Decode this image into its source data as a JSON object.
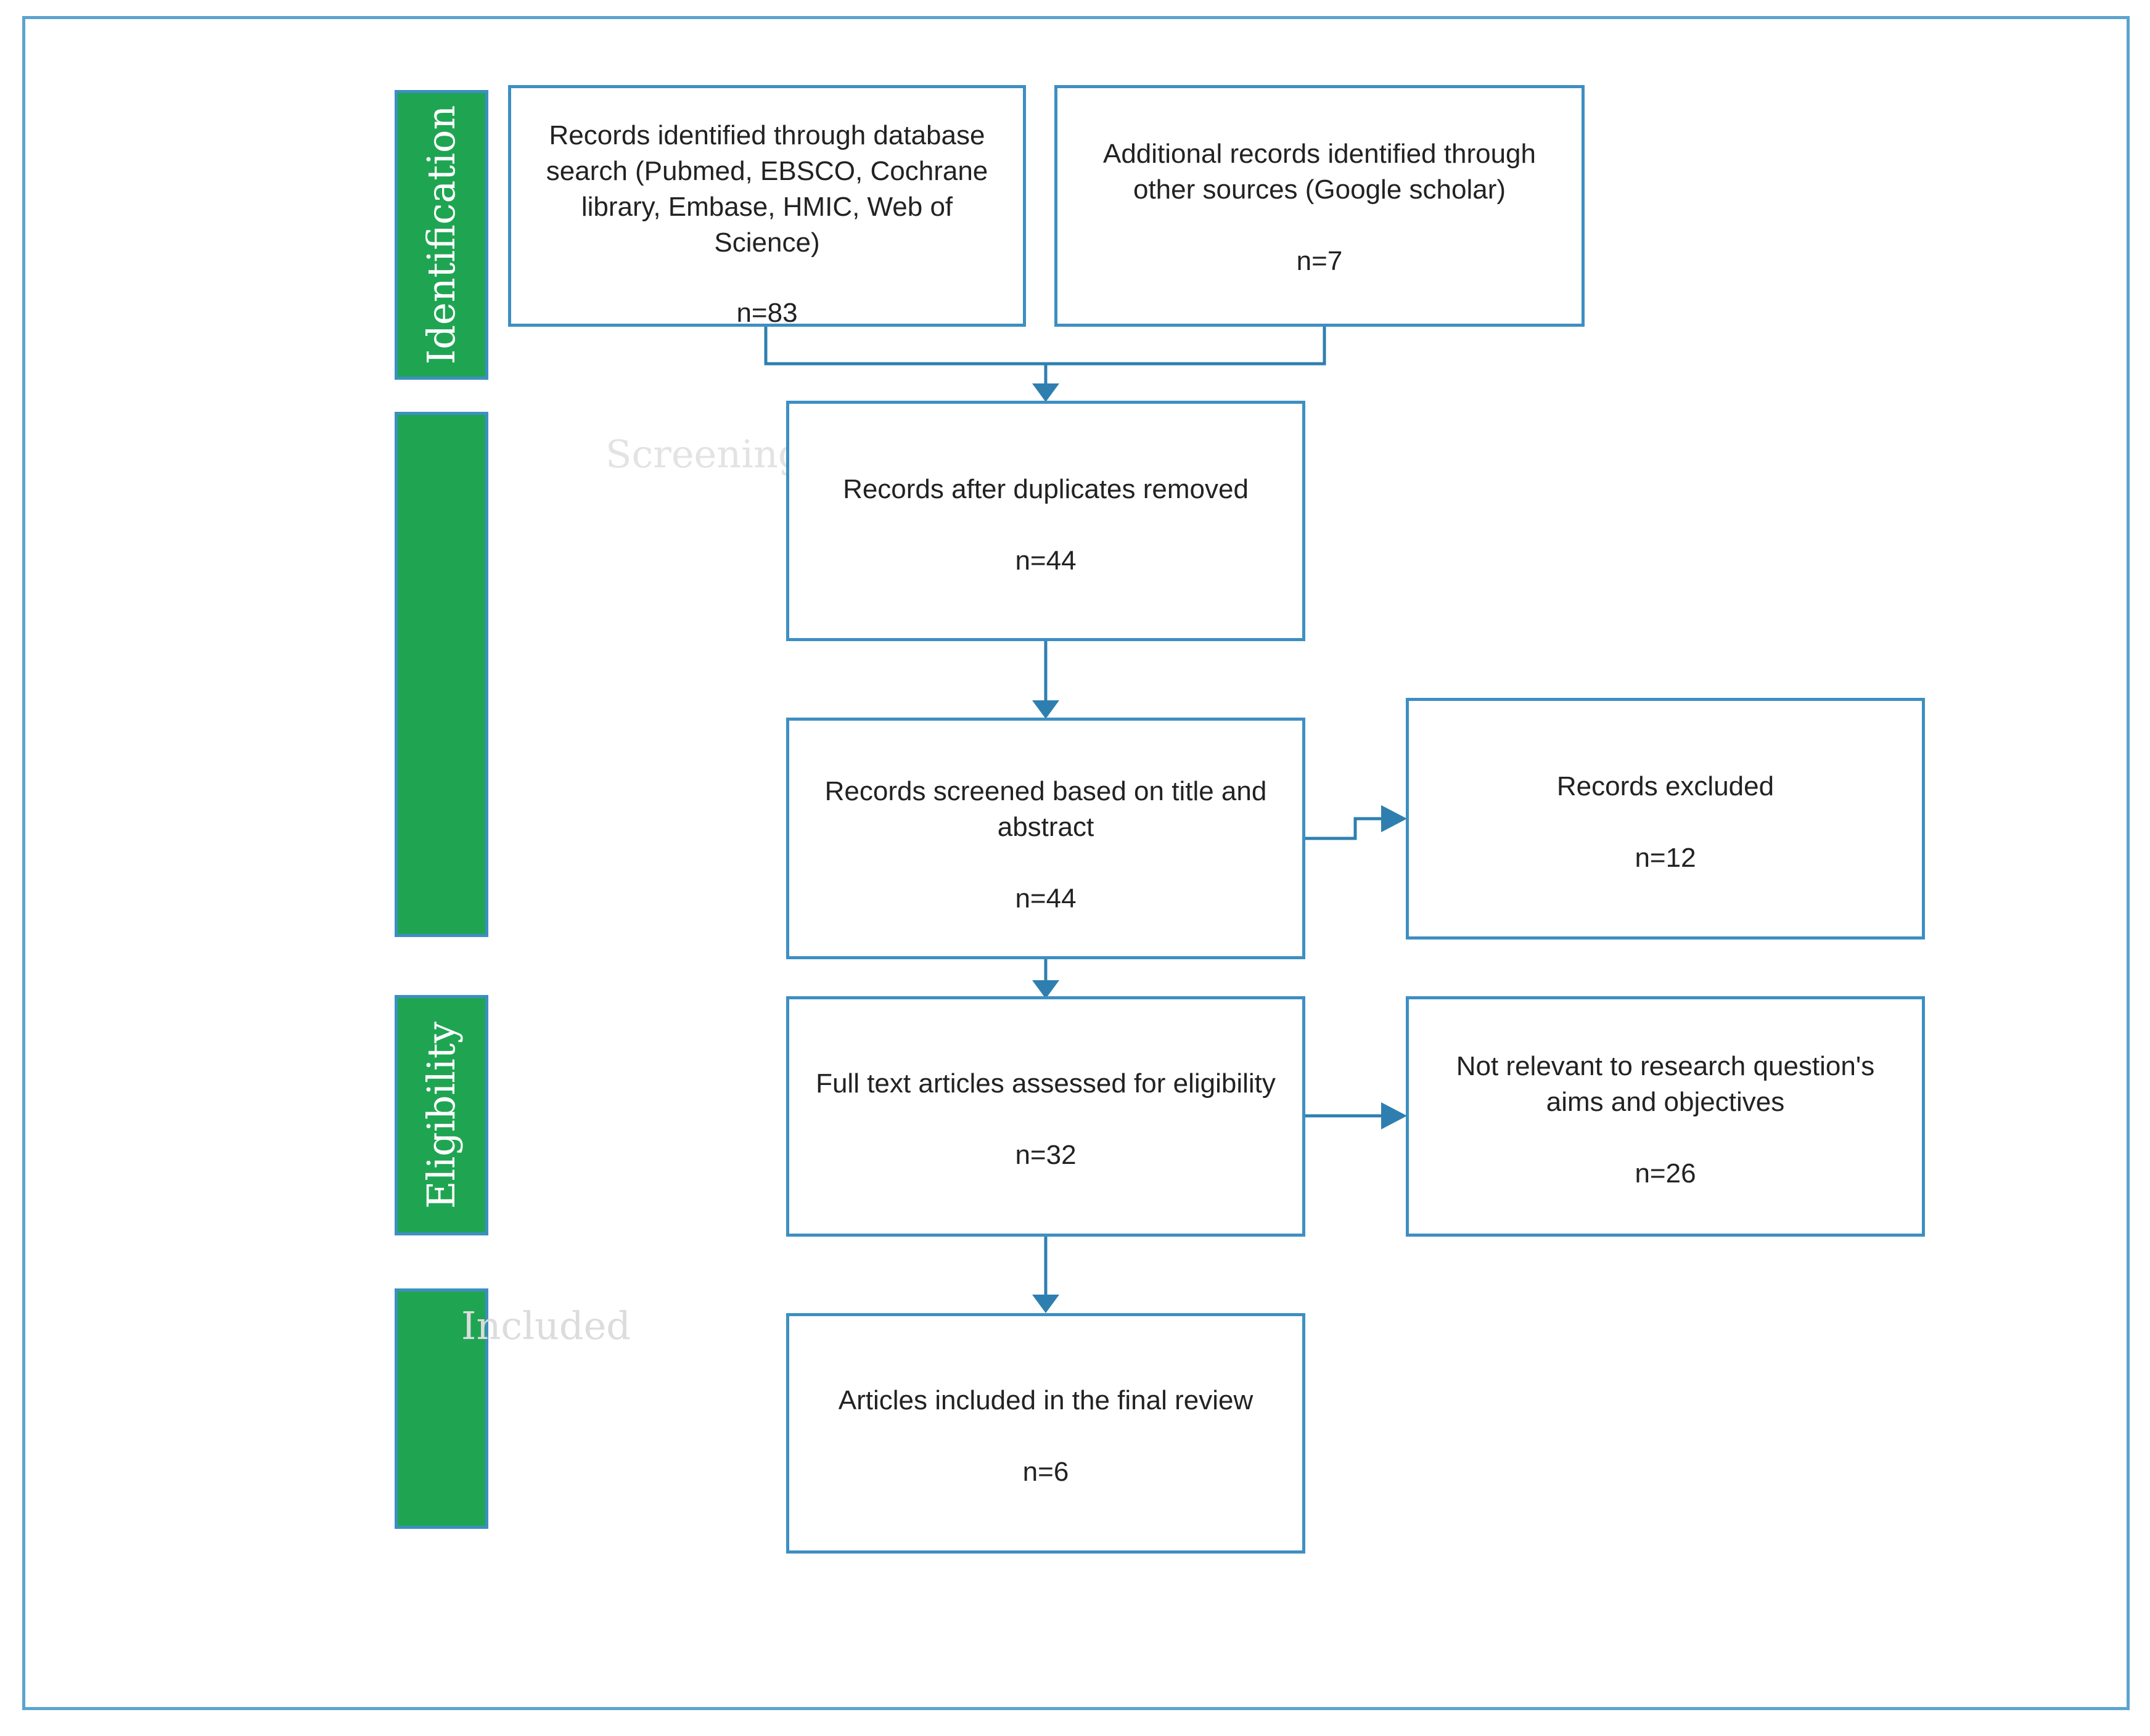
{
  "colors": {
    "stage_fill": "#1fa552",
    "box_border": "#3d8fc2",
    "arrow": "#2e7fb0",
    "frame": "#5ba4cf"
  },
  "stages": {
    "identification": "Identification",
    "screening": "Screening",
    "eligibility": "Eligibility",
    "included": "Included"
  },
  "boxes": {
    "database_search": {
      "text": "Records identified through database search (Pubmed, EBSCO, Cochrane library, Embase, HMIC, Web of Science)",
      "count": "n=83"
    },
    "other_sources": {
      "text": "Additional records identified through other sources (Google scholar)",
      "count": "n=7"
    },
    "duplicates_removed": {
      "text": "Records after duplicates removed",
      "count": "n=44"
    },
    "screened": {
      "text": "Records screened based on title and abstract",
      "count": "n=44"
    },
    "excluded": {
      "text": "Records excluded",
      "count": "n=12"
    },
    "full_text": {
      "text": "Full text articles assessed for eligibility",
      "count": "n=32"
    },
    "not_relevant": {
      "text": "Not relevant to research question's aims and objectives",
      "count": "n=26"
    },
    "included_final": {
      "text": "Articles included in the final review",
      "count": "n=6"
    }
  }
}
